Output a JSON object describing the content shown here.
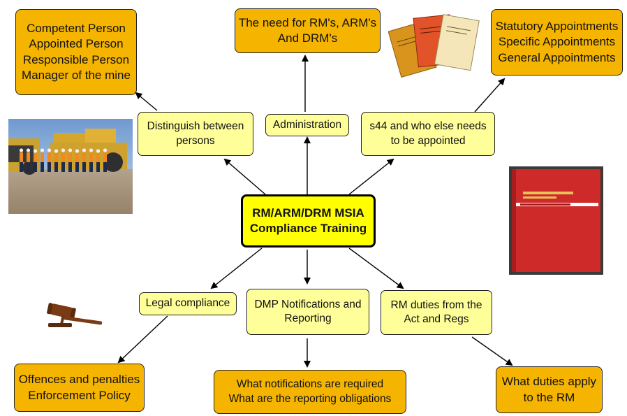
{
  "center": {
    "lines": [
      "RM/ARM/DRM MSIA",
      "Compliance Training"
    ]
  },
  "middle": {
    "distinguish": {
      "lines": [
        "Distinguish between",
        "persons"
      ]
    },
    "administration": {
      "lines": [
        "Administration"
      ]
    },
    "s44": {
      "lines": [
        "s44 and who else needs",
        "to be appointed"
      ]
    },
    "legal": {
      "lines": [
        "Legal compliance"
      ]
    },
    "dmp": {
      "lines": [
        "DMP Notifications and",
        "Reporting"
      ]
    },
    "rm_duties": {
      "lines": [
        "RM duties from the",
        "Act and Regs"
      ]
    }
  },
  "outer": {
    "persons": {
      "lines": [
        "Competent Person",
        "Appointed Person",
        "Responsible Person",
        "Manager of the mine"
      ]
    },
    "need": {
      "lines": [
        "The need for RM's, ARM's",
        "And DRM's"
      ]
    },
    "appointments": {
      "lines": [
        "Statutory Appointments",
        "Specific Appointments",
        "General Appointments"
      ]
    },
    "offences": {
      "lines": [
        "Offences and penalties",
        "Enforcement Policy"
      ]
    },
    "notifications": {
      "lines": [
        "What notifications are required",
        "What are the reporting obligations"
      ]
    },
    "duties_apply": {
      "lines": [
        "What duties apply",
        "to the RM"
      ]
    }
  },
  "colors": {
    "outer_fill": "#f5b400",
    "middle_fill": "#ffff99",
    "center_fill": "#ffff00",
    "arrow": "#000000"
  },
  "images": [
    "mine-workers-photo",
    "document-booklets-image",
    "red-record-book-image",
    "gavel-image"
  ]
}
